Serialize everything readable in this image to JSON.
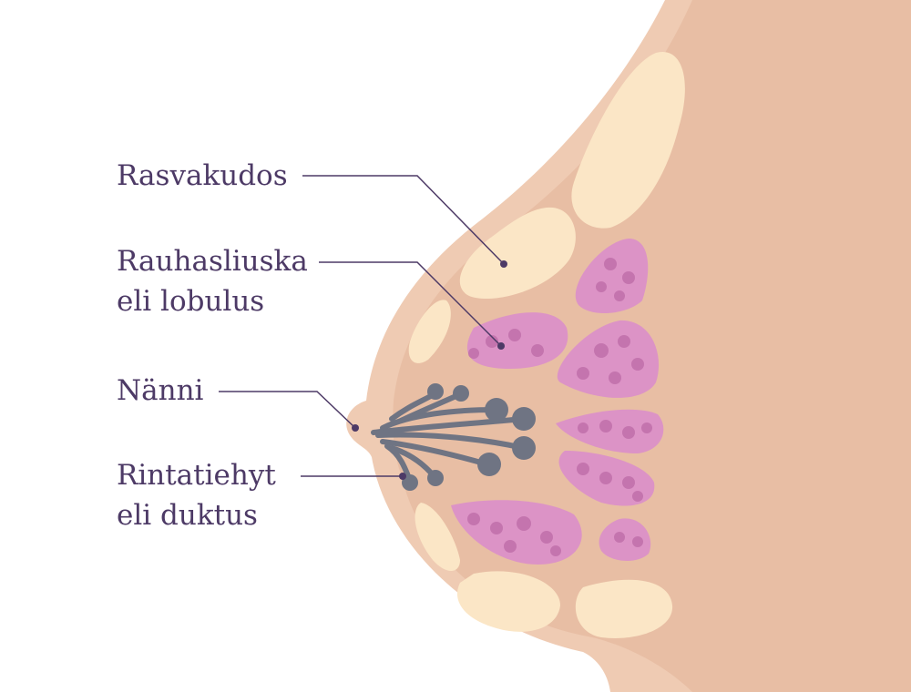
{
  "labels": {
    "fat": "Rasvakudos",
    "lobule_line1": "Rauhasliuska",
    "lobule_line2": "eli lobulus",
    "nipple": "Nänni",
    "duct_line1": "Rintatiehyt",
    "duct_line2": "eli duktus"
  },
  "colors": {
    "skin": "#e8bea4",
    "skin_edge": "#efcbb3",
    "fat": "#fbe6c6",
    "lobule": "#dc93c6",
    "lobule_dot": "#c474ae",
    "duct": "#6f7483",
    "text": "#4d3a66"
  }
}
